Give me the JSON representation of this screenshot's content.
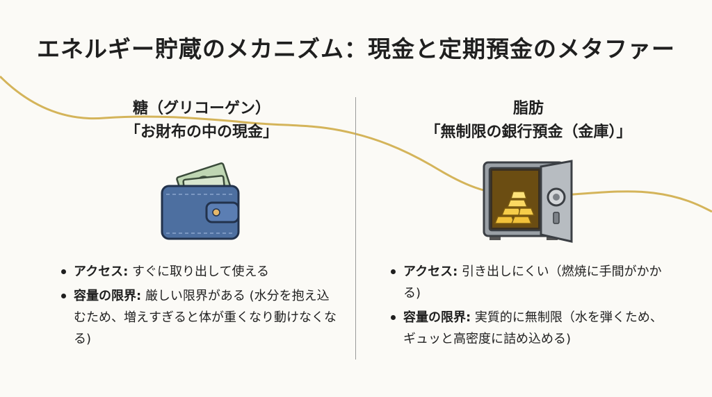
{
  "title": "エネルギー貯蔵のメカニズム：現金と定期預金のメタファー",
  "left": {
    "heading_line1": "糖（グリコーゲン）",
    "heading_line2": "「お財布の中の現金」",
    "illustration": "wallet-with-cash-icon",
    "bullets": [
      {
        "label": "アクセス:",
        "text": " すぐに取り出して使える"
      },
      {
        "label": "容量の限界:",
        "text": " 厳しい限界がある (水分を抱え込むため、増えすぎると体が重くなり動けなくなる)"
      }
    ]
  },
  "right": {
    "heading_line1": "脂肪",
    "heading_line2": "「無制限の銀行預金（金庫）」",
    "illustration": "safe-with-gold-bars-icon",
    "bullets": [
      {
        "label": "アクセス:",
        "text": " 引き出しにくい（燃焼に手間がかかる)"
      },
      {
        "label": "容量の限界:",
        "text": " 実質的に無制限（水を弾くため、ギュッと高密度に詰め込める)"
      }
    ]
  },
  "colors": {
    "wave": "#d4b45a",
    "wallet": "#4d6fa0",
    "gold": "#e8b52e",
    "safe": "#9aa0a6"
  }
}
